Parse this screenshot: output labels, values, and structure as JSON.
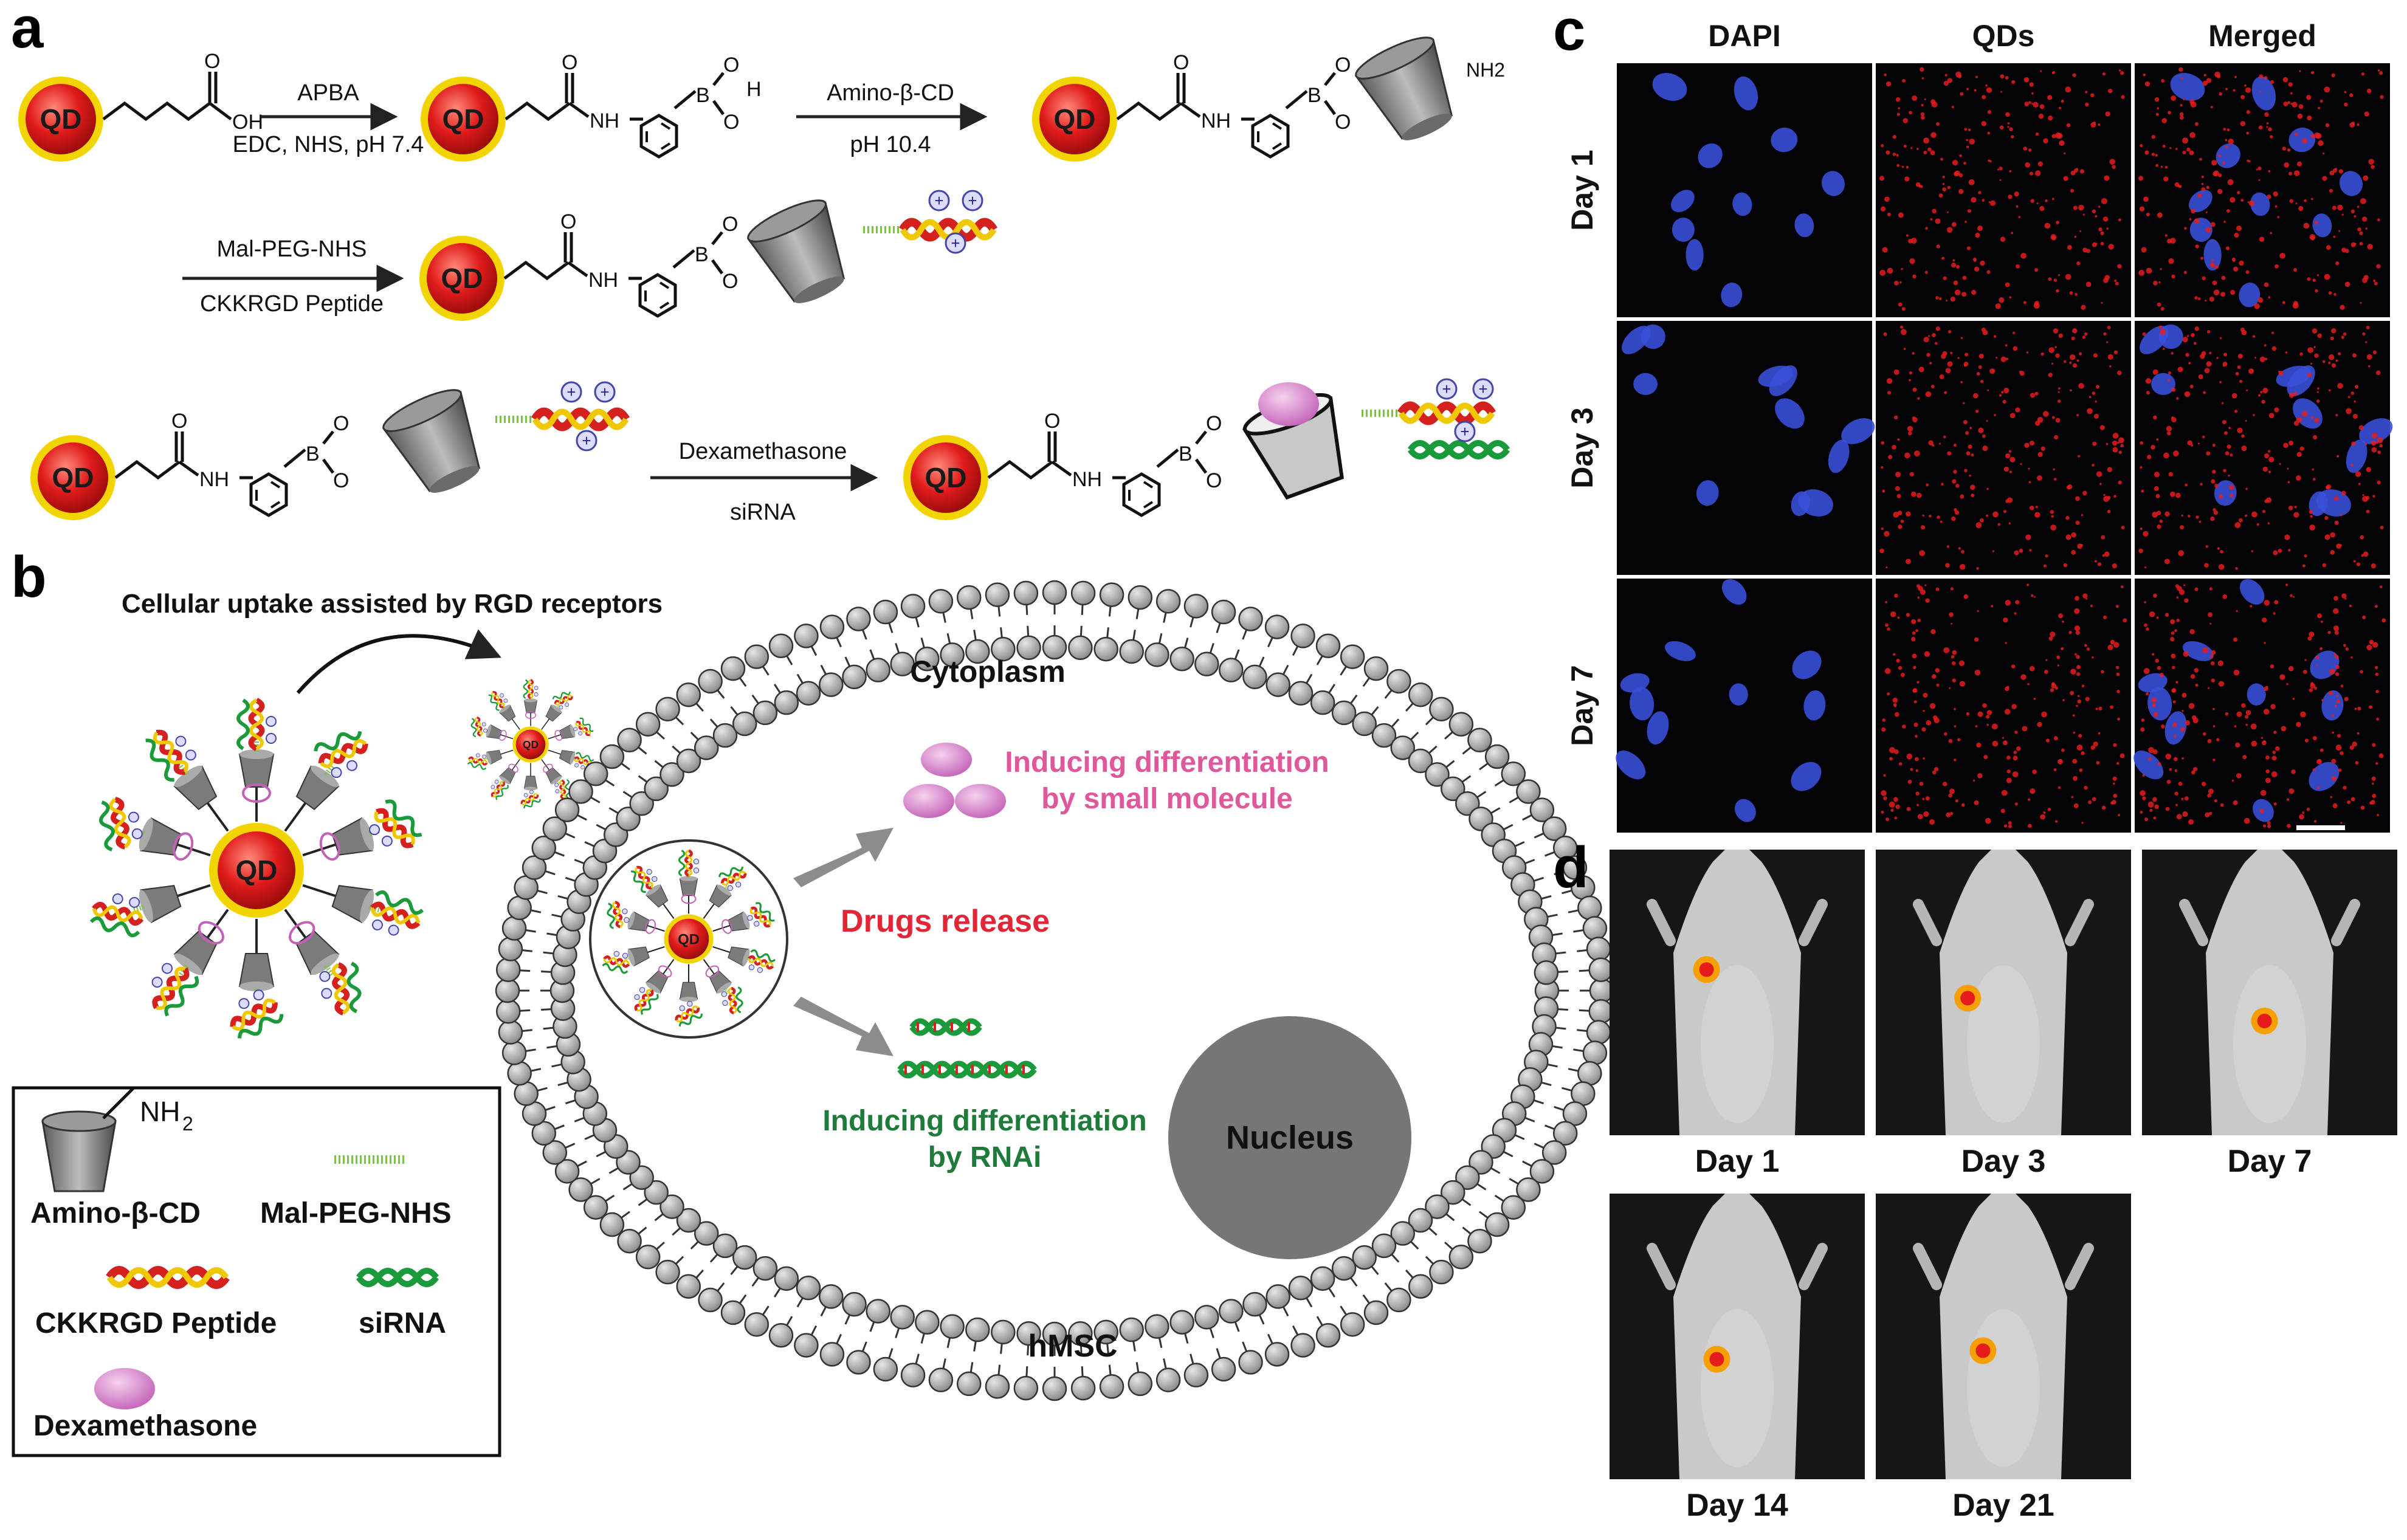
{
  "panel_letters": {
    "a": "a",
    "b": "b",
    "c": "c",
    "d": "d"
  },
  "molecule": {
    "qd": "QD",
    "oh": "OH",
    "nh": "NH",
    "b": "B",
    "o": "O",
    "h": "H",
    "nh2_small": "NH2",
    "nh2_legend": "NH",
    "nh2_sub": "2",
    "plus": "+"
  },
  "panel_a": {
    "step1_top": "APBA",
    "step1_bottom": "EDC, NHS, pH 7.4",
    "step2_top": "Amino-β-CD",
    "step2_bottom": "pH 10.4",
    "step3_top": "Mal-PEG-NHS",
    "step3_bottom": "CKKRGD Peptide",
    "step4_top": "Dexamethasone",
    "step4_bottom": "siRNA"
  },
  "panel_b": {
    "uptake_label": "Cellular uptake assisted by RGD receptors",
    "cytoplasm": "Cytoplasm",
    "inducing_small_1": "Inducing differentiation",
    "inducing_small_2": "by small molecule",
    "drugs_release": "Drugs release",
    "inducing_rnai_1": "Inducing differentiation",
    "inducing_rnai_2": "by RNAi",
    "nucleus": "Nucleus",
    "cell": "hMSC",
    "legend": {
      "amino_cd": "Amino-β-CD",
      "peg": "Mal-PEG-NHS",
      "peptide": "CKKRGD Peptide",
      "sirna": "siRNA",
      "dex": "Dexamethasone"
    },
    "colors": {
      "pink": "#e0579c",
      "red": "#e32636",
      "green": "#1e7b3a"
    }
  },
  "panel_c": {
    "columns": [
      "DAPI",
      "QDs",
      "Merged"
    ],
    "rows": [
      "Day 1",
      "Day 3",
      "Day 7"
    ]
  },
  "panel_d": {
    "labels": [
      "Day 1",
      "Day 3",
      "Day 7",
      "Day 14",
      "Day 21"
    ]
  }
}
